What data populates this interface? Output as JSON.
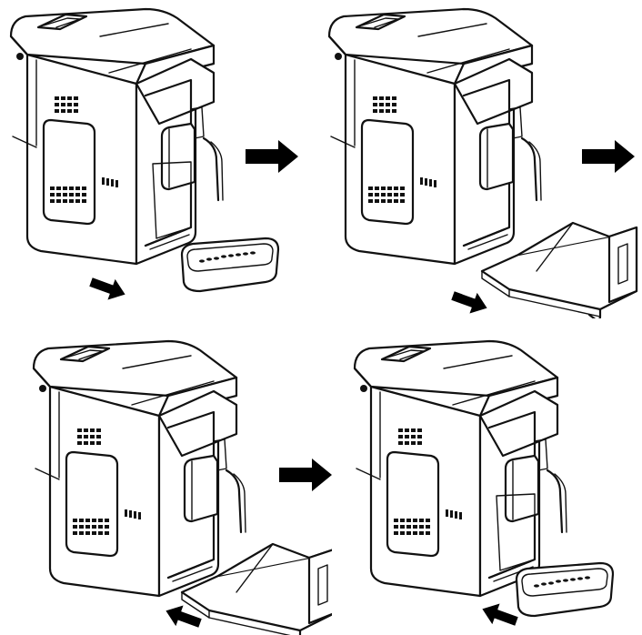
{
  "figure": {
    "steps": [
      {
        "id": 1,
        "drip_tray": "removed",
        "grounds_container": "inserted"
      },
      {
        "id": 2,
        "drip_tray": "removed",
        "grounds_container": "removed"
      },
      {
        "id": 3,
        "drip_tray": "removed",
        "grounds_container": "reinserting"
      },
      {
        "id": 4,
        "drip_tray": "reinserting",
        "grounds_container": "inserted"
      }
    ],
    "arrows": [
      {
        "from": 1,
        "to": 2,
        "icon": "arrow-right-icon"
      },
      {
        "from": 2,
        "to": 3,
        "icon": "arrow-right-icon"
      },
      {
        "from": 3,
        "to": 4,
        "icon": "arrow-right-icon"
      }
    ],
    "colors": {
      "line": "#111111",
      "background": "#ffffff"
    }
  }
}
